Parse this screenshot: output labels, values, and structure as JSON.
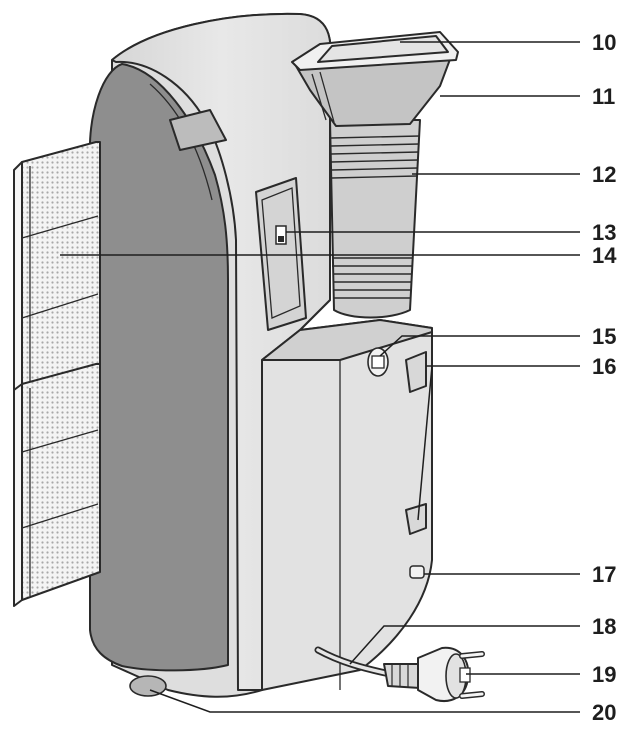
{
  "diagram": {
    "callouts": [
      {
        "id": "10",
        "label": "10"
      },
      {
        "id": "11",
        "label": "11"
      },
      {
        "id": "12",
        "label": "12"
      },
      {
        "id": "13",
        "label": "13"
      },
      {
        "id": "14",
        "label": "14"
      },
      {
        "id": "15",
        "label": "15"
      },
      {
        "id": "16",
        "label": "16"
      },
      {
        "id": "17",
        "label": "17"
      },
      {
        "id": "18",
        "label": "18"
      },
      {
        "id": "19",
        "label": "19"
      },
      {
        "id": "20",
        "label": "20"
      }
    ],
    "colors": {
      "body_light": "#e6e6e6",
      "body_mid": "#d2d2d2",
      "side_dark": "#8e8e8e",
      "filter_dot": "#b4b4b4",
      "line": "#1e1e1e"
    }
  }
}
